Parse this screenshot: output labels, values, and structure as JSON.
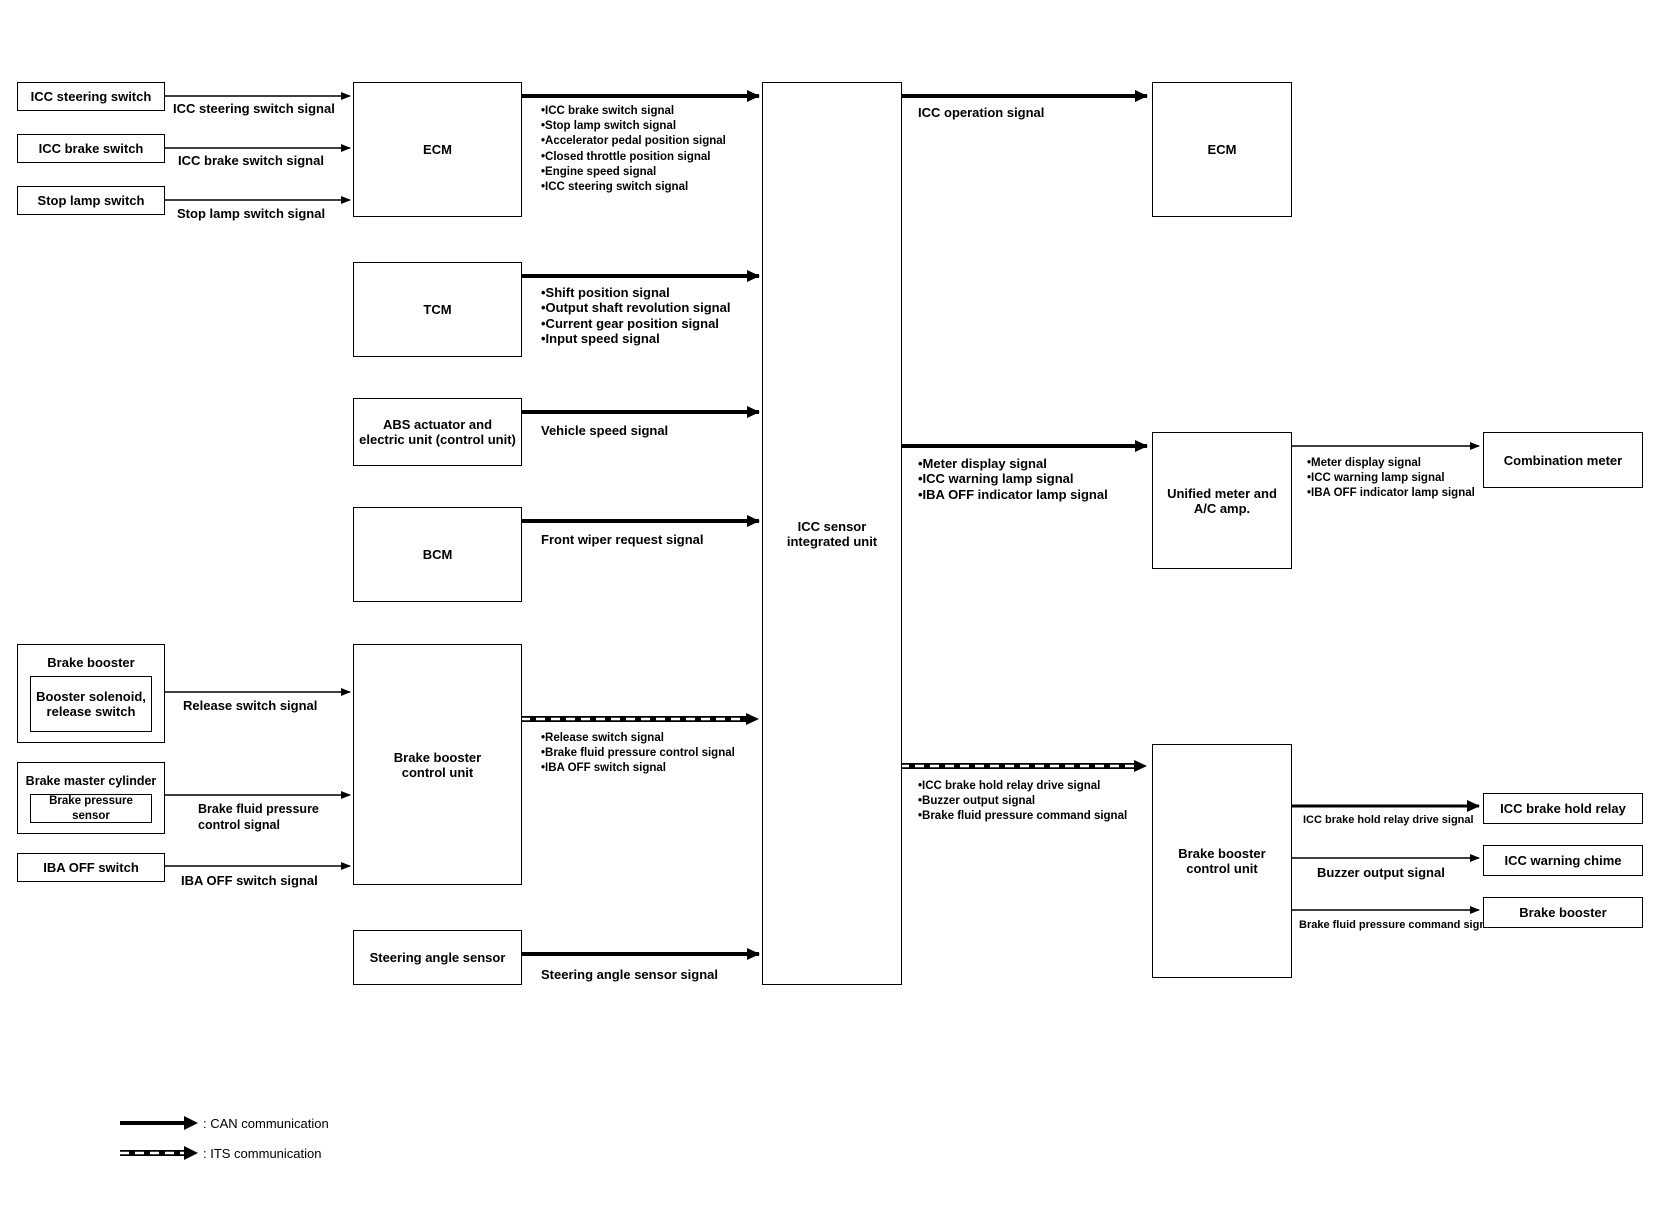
{
  "boxes": {
    "icc_steering_switch": "ICC steering switch",
    "icc_brake_switch": "ICC brake switch",
    "stop_lamp_switch": "Stop lamp switch",
    "ecm_left": "ECM",
    "tcm": "TCM",
    "abs": "ABS actuator and\nelectric unit (control unit)",
    "bcm": "BCM",
    "brake_booster_group": "Brake booster",
    "booster_solenoid": "Booster solenoid,\nrelease switch",
    "brake_master_group": "Brake master cylinder",
    "brake_pressure_sensor": "Brake pressure sensor",
    "iba_off_switch": "IBA OFF switch",
    "brake_booster_cu_left": "Brake booster\ncontrol unit",
    "steering_angle_sensor": "Steering angle sensor",
    "icc_sensor_unit": "ICC sensor\nintegrated unit",
    "ecm_right": "ECM",
    "unified_meter": "Unified meter and\nA/C amp.",
    "combination_meter": "Combination meter",
    "brake_booster_cu_right": "Brake booster\ncontrol unit",
    "icc_brake_hold_relay": "ICC brake hold relay",
    "icc_warning_chime": "ICC warning chime",
    "brake_booster_out": "Brake booster"
  },
  "signals": {
    "icc_steering_switch_signal": "ICC steering switch signal",
    "icc_brake_switch_signal": "ICC brake switch signal",
    "stop_lamp_switch_signal": "Stop lamp switch signal",
    "release_switch_signal": "Release switch signal",
    "brake_fluid_pressure_control_signal": "Brake fluid pressure\ncontrol signal",
    "iba_off_switch_signal": "IBA OFF switch signal",
    "vehicle_speed_signal": "Vehicle speed signal",
    "front_wiper_request_signal": "Front wiper request signal",
    "steering_angle_sensor_signal": "Steering angle sensor signal",
    "icc_operation_signal": "ICC operation signal",
    "icc_brake_hold_relay_drive_signal": "ICC brake hold relay drive signal",
    "buzzer_output_signal": "Buzzer output signal",
    "brake_fluid_pressure_command_signal": "Brake fluid pressure command signal"
  },
  "lists": {
    "ecm_to_icc": [
      "•ICC brake switch signal",
      "•Stop lamp switch signal",
      "•Accelerator pedal position signal",
      "•Closed throttle position signal",
      "•Engine speed signal",
      "•ICC steering switch signal"
    ],
    "tcm_to_icc": [
      "•Shift position signal",
      "•Output shaft revolution signal",
      "•Current gear position signal",
      "•Input speed signal"
    ],
    "bbcu_to_icc": [
      "•Release switch signal",
      "•Brake fluid pressure control signal",
      "•IBA OFF switch signal"
    ],
    "icc_to_meter": [
      "•Meter display signal",
      "•ICC warning lamp signal",
      "•IBA OFF indicator lamp signal"
    ],
    "meter_to_combination": [
      "•Meter display signal",
      "•ICC warning lamp signal",
      "•IBA OFF indicator lamp signal"
    ],
    "icc_to_bbcu": [
      "•ICC brake hold relay drive signal",
      "•Buzzer output signal",
      "•Brake fluid pressure command signal"
    ]
  },
  "legend": {
    "can": ": CAN communication",
    "its": ": ITS communication"
  }
}
